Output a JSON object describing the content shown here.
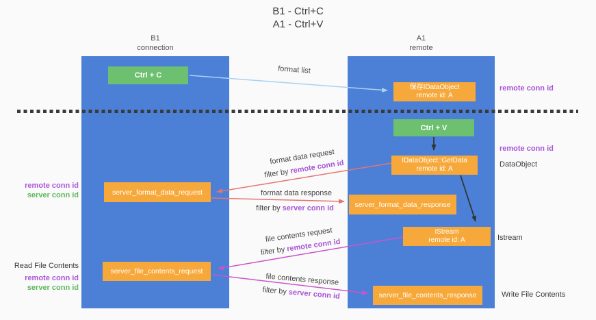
{
  "title": {
    "line1": "B1 - Ctrl+C",
    "line2": "A1 - Ctrl+V"
  },
  "columns": {
    "left": {
      "header_line1": "B1",
      "header_line2": "connection"
    },
    "right": {
      "header_line1": "A1",
      "header_line2": "remote"
    }
  },
  "boxes": {
    "ctrl_c": {
      "label": "Ctrl + C"
    },
    "save_idataobject": {
      "line1": "保存IDataObject",
      "line2": "remote id: A"
    },
    "ctrl_v": {
      "label": "Ctrl + V"
    },
    "getdata": {
      "line1": "IDataObject::GetData",
      "line2": "remote id: A"
    },
    "format_request": {
      "label": "server_format_data_request"
    },
    "format_response": {
      "label": "server_format_data_response"
    },
    "istream": {
      "line1": "IStream",
      "line2": "remote id: A"
    },
    "file_request": {
      "label": "server_file_contents_request"
    },
    "file_response": {
      "label": "server_file_contents_response"
    }
  },
  "messages": {
    "format_list": {
      "label": "format list"
    },
    "format_data_request": {
      "label": "format data request",
      "filter_prefix": "filter by ",
      "filter_id": "remote conn id"
    },
    "format_data_response": {
      "label": "format data response",
      "filter_prefix": "filter by ",
      "filter_id": "server conn id"
    },
    "file_contents_request": {
      "label": "file contents request",
      "filter_prefix": "filter by ",
      "filter_id": "remote conn id"
    },
    "file_contents_response": {
      "label": "file contents response",
      "filter_prefix": "filter by ",
      "filter_id": "server conn id"
    }
  },
  "side_labels": {
    "left_remote_top": "remote conn id",
    "left_server_top": "server conn id",
    "read_file_contents": "Read File Contents",
    "left_remote_bottom": "remote conn id",
    "left_server_bottom": "server conn id",
    "right_remote_top": "remote conn id",
    "right_remote_mid": "remote conn id",
    "dataobject": "DataObject",
    "istream": "Istream",
    "write_file_contents": "Write File Contents"
  },
  "colors": {
    "lifeline_blue": "#4b80d6",
    "box_orange": "#f7a83a",
    "box_green": "#6ec071",
    "remote_conn_id_purple": "#a855d6",
    "server_conn_id_green": "#5cb85c",
    "arrow_format": "#e57373",
    "arrow_file": "#cb54cb",
    "arrow_format_list": "#a9d2f0",
    "arrow_black": "#333333",
    "background": "#fafafa"
  }
}
